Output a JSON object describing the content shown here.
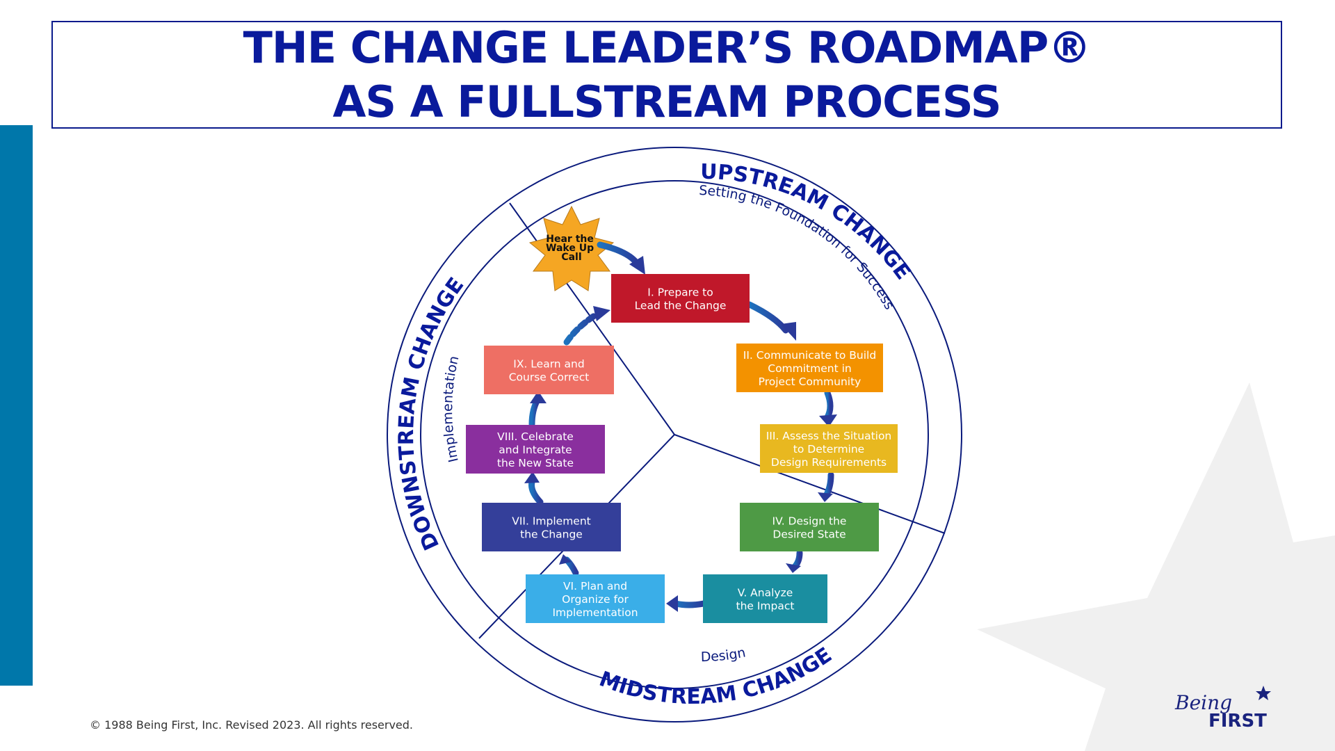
{
  "title": {
    "line1": "THE CHANGE LEADER’S ROADMAP®",
    "line2": "AS A FULLSTREAM PROCESS"
  },
  "diagram": {
    "arcs": {
      "upstream": "UPSTREAM CHANGE",
      "upstream_sub": "Setting the Foundation for Success",
      "downstream": "DOWNSTREAM CHANGE",
      "downstream_sub": "Implementation",
      "midstream": "MIDSTREAM CHANGE",
      "midstream_sub": "Design"
    },
    "wake_up": [
      "Hear the",
      "Wake Up",
      "Call"
    ],
    "steps": [
      {
        "lines": [
          "I.  Prepare to",
          "Lead the Change"
        ],
        "color": "#c0182a"
      },
      {
        "lines": [
          "II.  Communicate to Build",
          "Commitment in",
          "Project Community"
        ],
        "color": "#f39200"
      },
      {
        "lines": [
          "III.  Assess the Situation",
          "to Determine",
          "Design Requirements"
        ],
        "color": "#e8b820"
      },
      {
        "lines": [
          "IV.  Design the",
          "Desired State"
        ],
        "color": "#4e9a45"
      },
      {
        "lines": [
          "V.  Analyze",
          "the Impact"
        ],
        "color": "#1a8ea0"
      },
      {
        "lines": [
          "VI.  Plan and",
          "Organize for",
          "Implementation"
        ],
        "color": "#3aaee8"
      },
      {
        "lines": [
          "VII.  Implement",
          "the Change"
        ],
        "color": "#343f9a"
      },
      {
        "lines": [
          "VIII.  Celebrate",
          "and Integrate",
          "the New State"
        ],
        "color": "#8a2f9e"
      },
      {
        "lines": [
          "IX.  Learn and",
          "Course Correct"
        ],
        "color": "#ee6f64"
      }
    ]
  },
  "footer": {
    "copyright": "© 1988 Being First, Inc. Revised 2023.  All rights reserved.",
    "logo_text_1": "Being",
    "logo_text_2": "FIRST"
  },
  "colors": {
    "title": "#0a1a9c",
    "ring": "#0a1a7c",
    "sidebar": "#0077aa",
    "star": "#f5a623"
  }
}
